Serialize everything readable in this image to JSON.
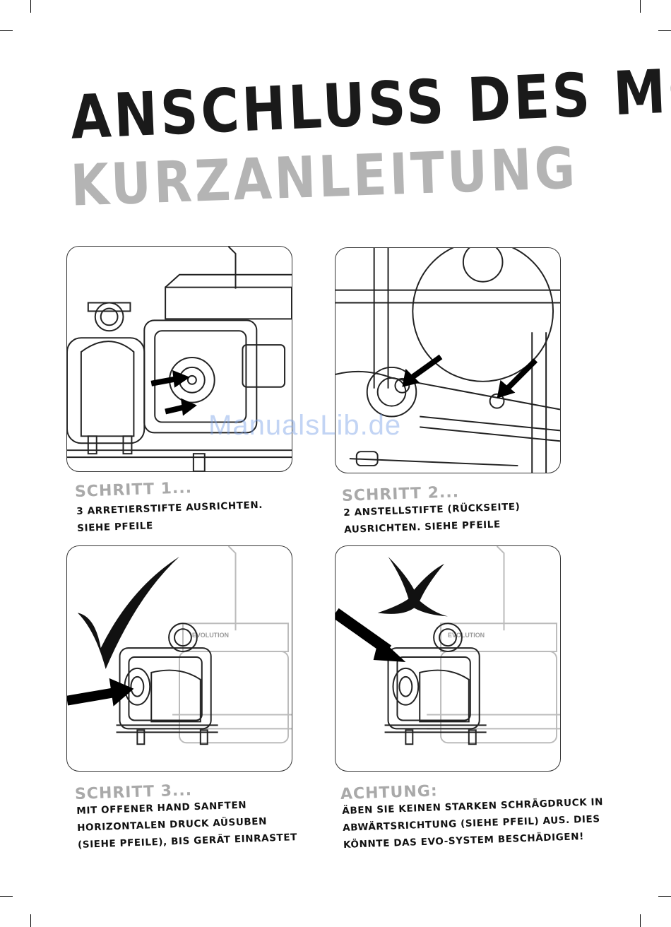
{
  "page": {
    "title_line1": "ANSCHLUSS DES MOTORS",
    "title_line2": "KURZANLEITUNG"
  },
  "steps": [
    {
      "heading": "SCHRITT 1...",
      "text": "3 ARRETIERSTIFTE AUSRICHTEN.\nSIEHE PFEILE"
    },
    {
      "heading": "SCHRITT 2...",
      "text": "2 ANSTELLSTIFTE (RÜCKSEITE)\nAUSRICHTEN. SIEHE PFEILE"
    },
    {
      "heading": "SCHRITT 3...",
      "text": "MIT OFFENER HAND SANFTEN\nHORIZONTALEN DRUCK AÜSUBEN\n(SIEHE PFEILE), BIS GERÄT EINRASTET"
    },
    {
      "heading": "ACHTUNG:",
      "text": "ÄBEN SIE KEINEN STARKEN SCHRÄGDRUCK IN\nABWÄRTSRICHTUNG (SIEHE PFEIL) AUS. DIES\nKÖNNTE DAS EVO-SYSTEM BESCHÄDIGEN!"
    }
  ],
  "illustrations": {
    "brand_label": "EVOLUTION",
    "icons": [
      "check-mark-icon",
      "cross-mark-icon",
      "arrow-icon"
    ]
  },
  "watermark": "ManualsLib.de",
  "colors": {
    "title_dark": "#1a1a1a",
    "title_grey": "#b4b4b4",
    "heading_grey": "#a9a9a9"
  }
}
